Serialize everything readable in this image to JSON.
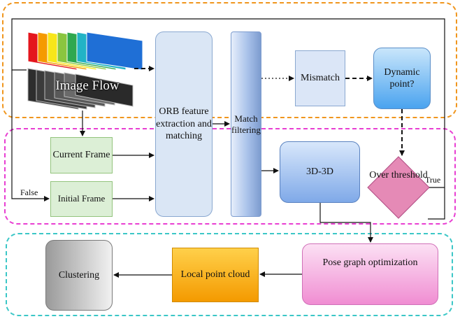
{
  "image_flow": {
    "label": "Image Flow"
  },
  "orb": {
    "label": "ORB feature extraction and matching"
  },
  "match_filtering": {
    "label": "Match filtering"
  },
  "mismatch": {
    "label": "Mismatch"
  },
  "dynamic_point": {
    "label": "Dynamic point?"
  },
  "current_frame": {
    "label": "Current Frame"
  },
  "initial_frame": {
    "label": "Initial Frame"
  },
  "threed": {
    "label": "3D-3D"
  },
  "over_threshold": {
    "label": "Over threshold"
  },
  "edge_labels": {
    "true_label": "True",
    "false_label": "False"
  },
  "pose_graph": {
    "label": "Pose graph optimization"
  },
  "local_point_cloud": {
    "label": "Local point cloud"
  },
  "clustering": {
    "label": "Clustering"
  },
  "colors": {
    "orange_region": "#f0961e",
    "pink_region": "#e83fd2",
    "teal_region": "#3cc7c7",
    "spectrum": [
      "#e4161d",
      "#f59a00",
      "#f8e61a",
      "#8ac53f",
      "#2fa84f",
      "#22b3c6",
      "#1f6fd6"
    ]
  }
}
